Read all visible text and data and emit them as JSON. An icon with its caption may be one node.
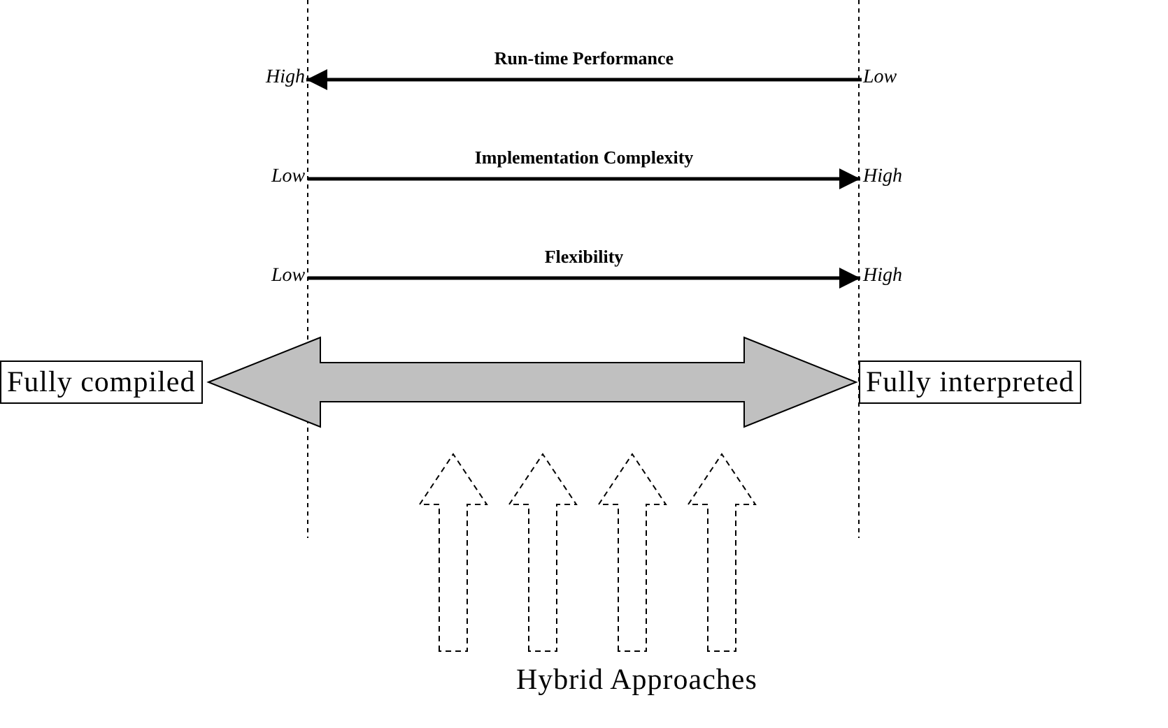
{
  "diagram": {
    "nodes": [
      {
        "text": [
          "High"
        ]
      },
      {
        "text": [
          "Low"
        ]
      },
      {
        "text": [
          "Low"
        ]
      },
      {
        "text": [
          "High"
        ]
      },
      {
        "text": [
          "Low"
        ]
      },
      {
        "text": [
          "High"
        ]
      },
      {
        "text": [
          "Fully compiled"
        ]
      },
      {
        "text": [
          "Fully interpreted"
        ]
      },
      {
        "text": [
          "Hybrid Approaches"
        ]
      }
    ],
    "edges": [
      {
        "from": 1,
        "to": 0,
        "arrow": "to",
        "label": "Run-time Performance"
      },
      {
        "from": 2,
        "to": 3,
        "arrow": "to",
        "label": "Implementation Complexity"
      },
      {
        "from": 4,
        "to": 5,
        "arrow": "to",
        "label": "Flexibility"
      },
      {
        "from": 6,
        "to": 7,
        "arrow": "both",
        "style": "thick"
      },
      {
        "from": 8,
        "to": null,
        "arrow": "to",
        "style": "dashed"
      },
      {
        "from": 8,
        "to": null,
        "arrow": "to",
        "style": "dashed"
      },
      {
        "from": 8,
        "to": null,
        "arrow": "to",
        "style": "dashed"
      },
      {
        "from": 8,
        "to": null,
        "arrow": "to",
        "style": "dashed"
      }
    ]
  }
}
